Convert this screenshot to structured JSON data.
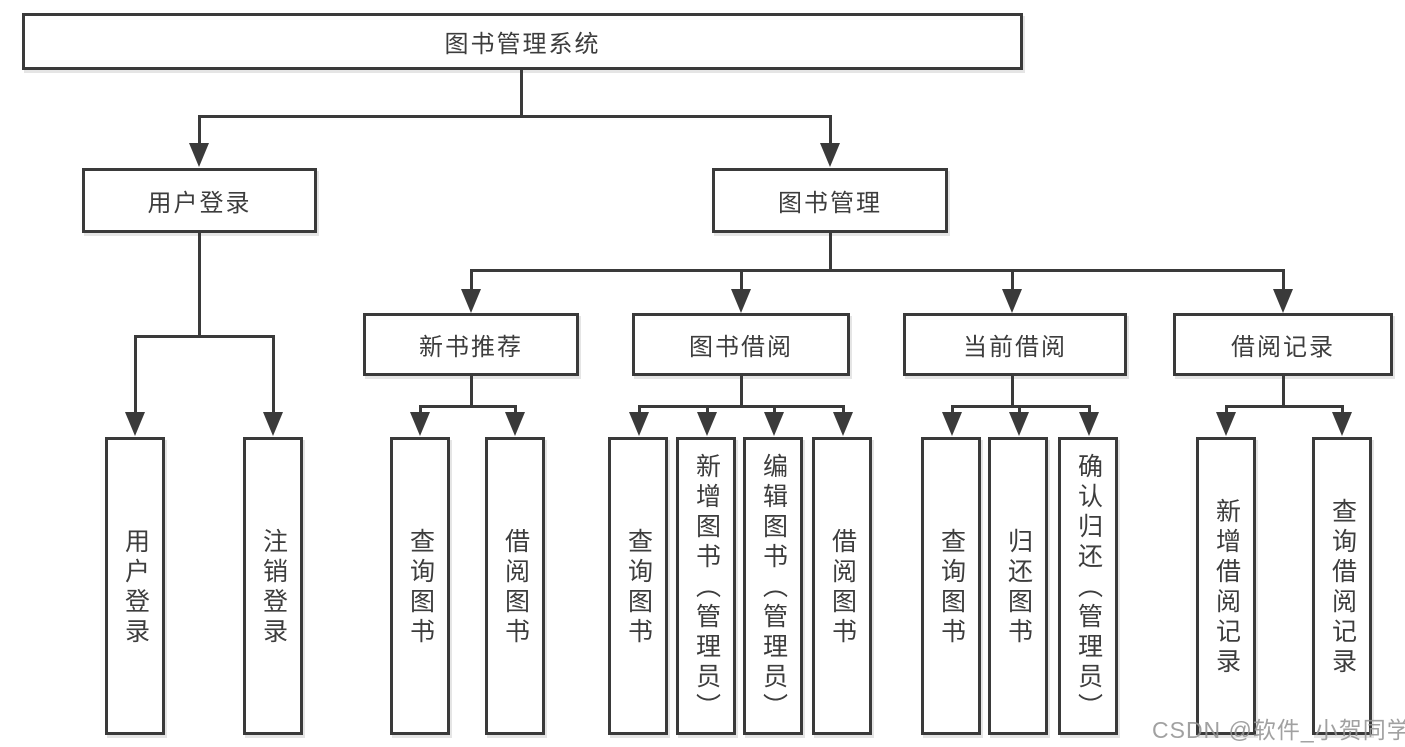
{
  "diagram": {
    "root": {
      "label": "图书管理系统"
    },
    "user_login": {
      "label": "用户登录",
      "children": [
        {
          "label": "用户登录"
        },
        {
          "label": "注销登录"
        }
      ]
    },
    "book_management": {
      "label": "图书管理",
      "sections": [
        {
          "label": "新书推荐",
          "children": [
            {
              "label": "查询图书"
            },
            {
              "label": "借阅图书"
            }
          ]
        },
        {
          "label": "图书借阅",
          "children": [
            {
              "label": "查询图书"
            },
            {
              "label": "新增图书（管理员）"
            },
            {
              "label": "编辑图书（管理员）"
            },
            {
              "label": "借阅图书"
            }
          ]
        },
        {
          "label": "当前借阅",
          "children": [
            {
              "label": "查询图书"
            },
            {
              "label": "归还图书"
            },
            {
              "label": "确认归还（管理员）"
            }
          ]
        },
        {
          "label": "借阅记录",
          "children": [
            {
              "label": "新增借阅记录"
            },
            {
              "label": "查询借阅记录"
            }
          ]
        }
      ]
    }
  },
  "watermark": {
    "text": "CSDN @软件_小贺同学"
  },
  "colors": {
    "line": "#3a3a3a",
    "text": "#3d3d3d",
    "background": "#ffffff",
    "watermark": "#949494"
  }
}
